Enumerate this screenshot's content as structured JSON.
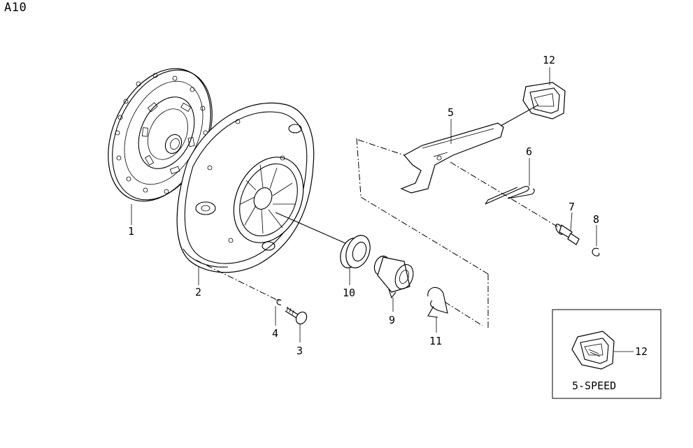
{
  "page_code": "A10",
  "callouts": [
    "1",
    "2",
    "3",
    "4",
    "5",
    "6",
    "7",
    "8",
    "9",
    "10",
    "11",
    "12"
  ],
  "inset": {
    "part_number": "12",
    "caption": "5-SPEED"
  }
}
